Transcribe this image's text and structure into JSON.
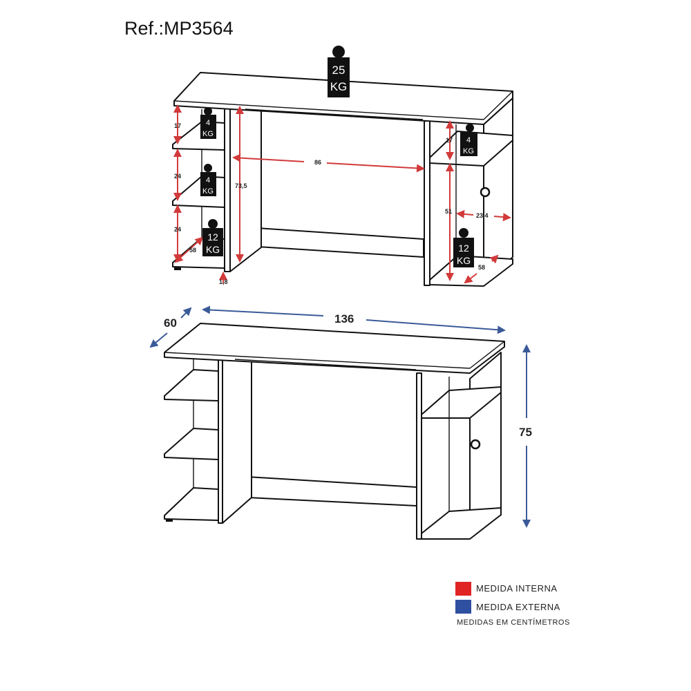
{
  "reference": "Ref.:MP3564",
  "internal_dimensions": {
    "shelf_left_1": "17",
    "shelf_left_2": "24",
    "shelf_left_3": "24",
    "shelf_depth_left": "58",
    "panel_thickness": "1,8",
    "leg_height": "73,5",
    "inner_width": "86",
    "shelf_right_1": "17",
    "shelf_right_2": "51",
    "right_width": "23,4",
    "shelf_depth_right": "58"
  },
  "weights": {
    "top": {
      "value": "25",
      "unit": "KG"
    },
    "left_1": {
      "value": "4",
      "unit": "KG"
    },
    "left_2": {
      "value": "4",
      "unit": "KG"
    },
    "left_3": {
      "value": "12",
      "unit": "KG"
    },
    "right_1": {
      "value": "4",
      "unit": "KG"
    },
    "right_2": {
      "value": "12",
      "unit": "KG"
    }
  },
  "external_dimensions": {
    "width": "136",
    "depth": "60",
    "height": "75"
  },
  "legend": {
    "internal": "MEDIDA INTERNA",
    "external": "MEDIDA EXTERNA",
    "units": "MEDIDAS EM CENTÍMETROS",
    "internal_color": "#e02424",
    "external_color": "#2f4fa0"
  }
}
